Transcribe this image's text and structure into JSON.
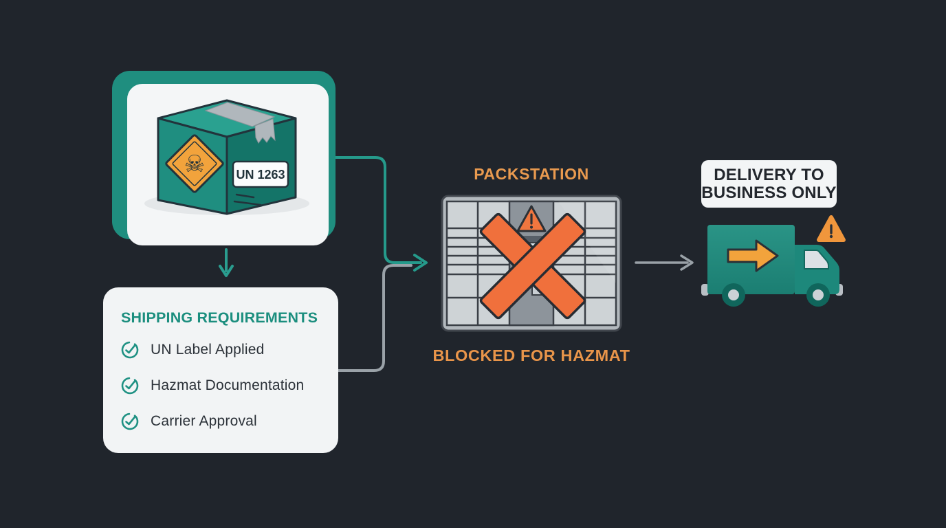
{
  "scene": {
    "background_color": "#20252c",
    "teal_accent": "#1f9183",
    "orange_accent": "#e99a4f",
    "alert_color": "#f0703c"
  },
  "package": {
    "un_label": "UN 1263",
    "hazard_icon": "skull-crossbones-icon",
    "hazard_glyph": "☠",
    "diamond_color": "#f2a33c",
    "box_color": "#1f8e80"
  },
  "requirements": {
    "title": "SHIPPING REQUIREMENTS",
    "items": [
      {
        "label": "UN Label Applied",
        "icon": "check-circle-icon"
      },
      {
        "label": "Hazmat Documentation",
        "icon": "check-circle-icon"
      },
      {
        "label": "Carrier Approval",
        "icon": "check-circle-icon"
      }
    ]
  },
  "packstation": {
    "title": "PACKSTATION",
    "status": "BLOCKED FOR HAZMAT",
    "blocked_icon": "x-mark-icon",
    "warning_icon": "warning-triangle-icon"
  },
  "delivery": {
    "restriction_line1": "DELIVERY TO",
    "restriction_line2": "BUSINESS ONLY",
    "vehicle_icon": "delivery-truck-icon",
    "warning_icon": "warning-triangle-icon",
    "truck_color": "#1f8e80",
    "arrow_color": "#f2a33c"
  }
}
